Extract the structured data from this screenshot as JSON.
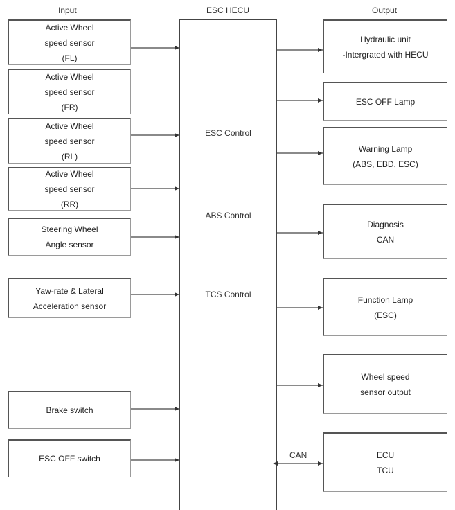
{
  "headers": {
    "input": "Input",
    "center": "ESC HECU",
    "output": "Output"
  },
  "inputs": [
    {
      "lines": [
        "Active Wheel",
        "speed sensor",
        "(FL)"
      ]
    },
    {
      "lines": [
        "Active Wheel",
        "speed sensor",
        "(FR)"
      ]
    },
    {
      "lines": [
        "Active Wheel",
        "speed sensor",
        "(RL)"
      ]
    },
    {
      "lines": [
        "Active Wheel",
        "speed sensor",
        "(RR)"
      ]
    },
    {
      "lines": [
        "Steering Wheel",
        "Angle sensor"
      ]
    },
    {
      "lines": [
        "Yaw-rate & Lateral",
        "Acceleration sensor"
      ]
    },
    {
      "lines": [
        "Brake switch"
      ]
    },
    {
      "lines": [
        "ESC OFF switch"
      ]
    }
  ],
  "controls": [
    "ESC Control",
    "ABS Control",
    "TCS Control"
  ],
  "outputs": [
    {
      "lines": [
        "Hydraulic unit",
        "-Intergrated with HECU"
      ]
    },
    {
      "lines": [
        "ESC OFF Lamp"
      ]
    },
    {
      "lines": [
        "Warning Lamp",
        "(ABS, EBD, ESC)"
      ]
    },
    {
      "lines": [
        "Diagnosis",
        "CAN"
      ]
    },
    {
      "lines": [
        "Function Lamp",
        "(ESC)"
      ]
    },
    {
      "lines": [
        "Wheel speed",
        "sensor output"
      ]
    },
    {
      "lines": [
        "ECU",
        "TCU"
      ]
    }
  ],
  "can_label": "CAN"
}
